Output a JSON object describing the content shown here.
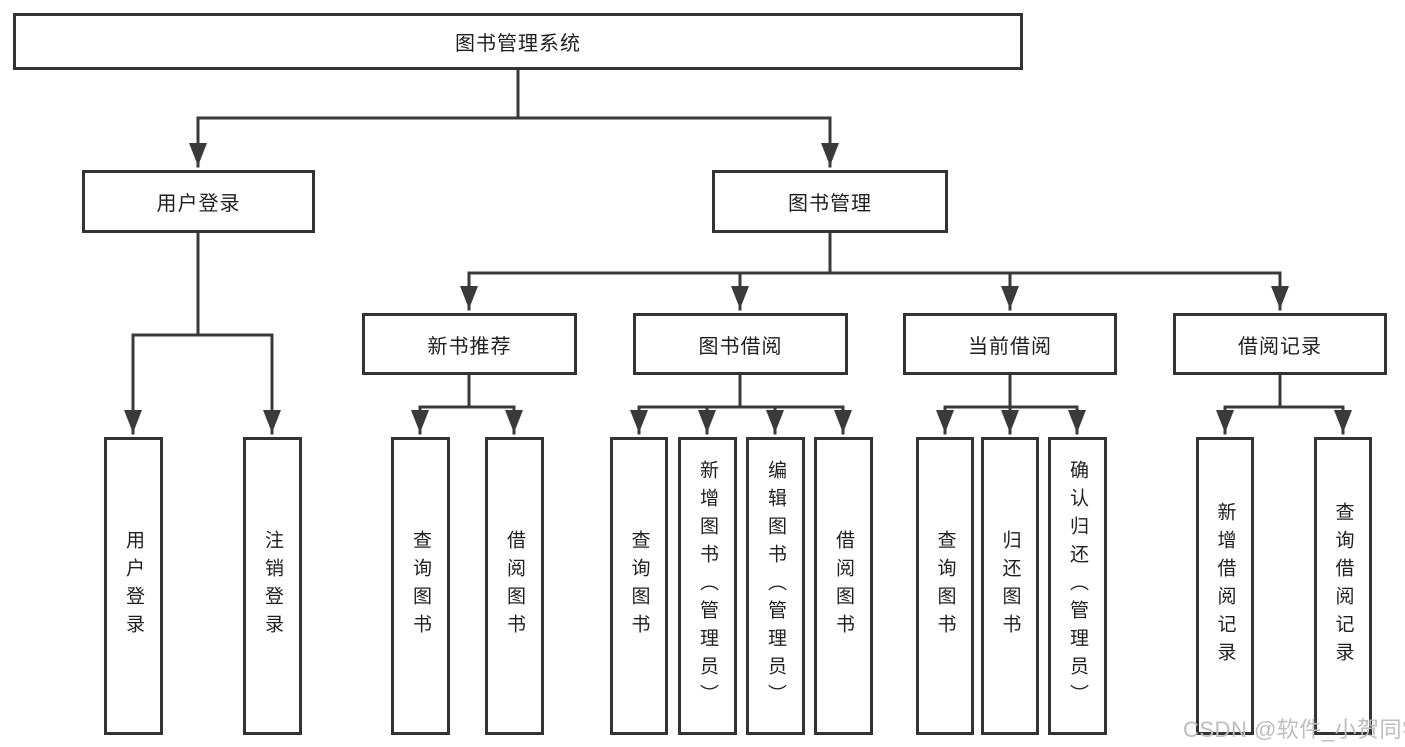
{
  "tree": {
    "root": {
      "label": "图书管理系统"
    },
    "children": [
      {
        "label": "用户登录",
        "children": [
          {
            "label": "用户登录"
          },
          {
            "label": "注销登录"
          }
        ]
      },
      {
        "label": "图书管理",
        "children": [
          {
            "label": "新书推荐",
            "children": [
              {
                "label": "查询图书"
              },
              {
                "label": "借阅图书"
              }
            ]
          },
          {
            "label": "图书借阅",
            "children": [
              {
                "label": "查询图书"
              },
              {
                "label": "新增图书（管理员）"
              },
              {
                "label": "编辑图书（管理员）"
              },
              {
                "label": "借阅图书"
              }
            ]
          },
          {
            "label": "当前借阅",
            "children": [
              {
                "label": "查询图书"
              },
              {
                "label": "归还图书"
              },
              {
                "label": "确认归还（管理员）"
              }
            ]
          },
          {
            "label": "借阅记录",
            "children": [
              {
                "label": "新增借阅记录"
              },
              {
                "label": "查询借阅记录"
              }
            ]
          }
        ]
      }
    ]
  },
  "watermark": {
    "text": "CSDN @软件_小贺同学"
  },
  "colors": {
    "line": "#3a3a3a",
    "border": "#333333",
    "text": "#1f1f1f",
    "watermark": "#bdbdbd",
    "background": "#ffffff"
  }
}
